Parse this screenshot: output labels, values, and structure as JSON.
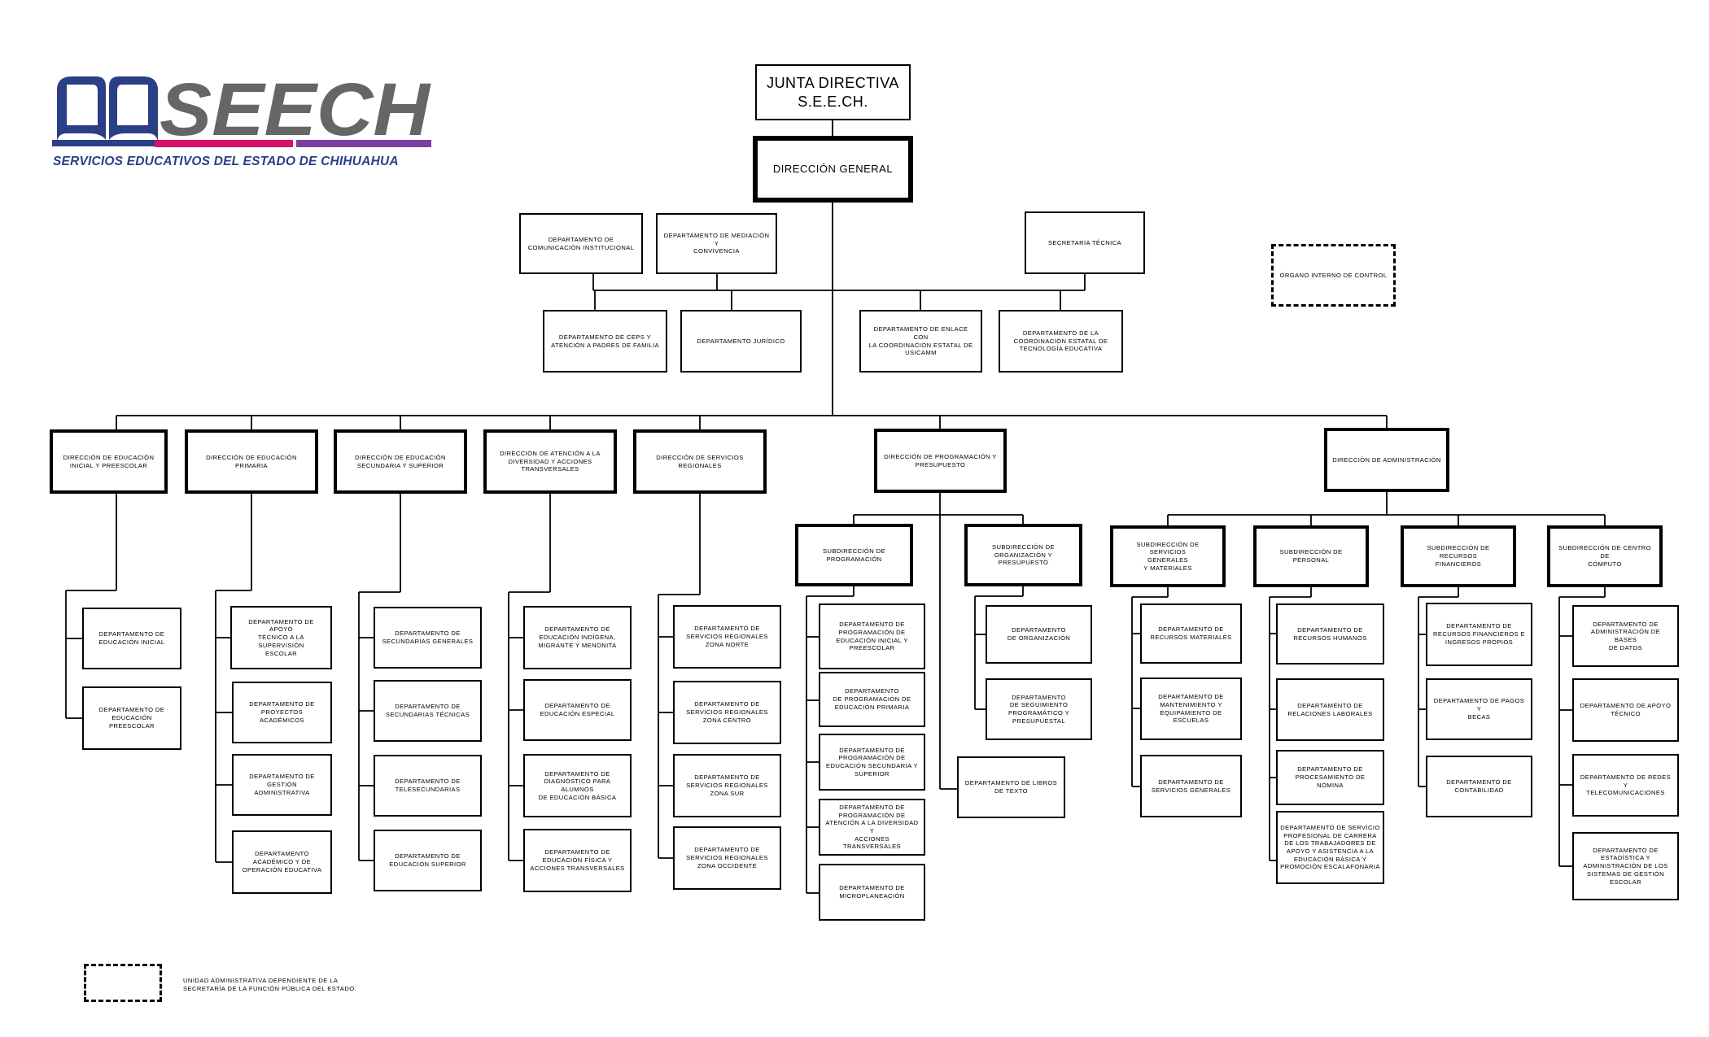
{
  "header": {
    "logo_word": "SEECH",
    "logo_subtitle": "SERVICIOS EDUCATIVOS DEL ESTADO DE CHIHUAHUA",
    "colors": {
      "logo_gray": "#666666",
      "logo_navy": "#2b3f86",
      "logo_magenta": "#d6106b",
      "logo_purple": "#7b3fa0"
    }
  },
  "org": {
    "junta": "JUNTA DIRECTIVA\nS.E.E.CH.",
    "direccion_general": "DIRECCIÓN GENERAL",
    "staff_upper": [
      "DEPARTAMENTO DE\nCOMUNICACIÓN INSTITUCIONAL",
      "DEPARTAMENTO DE MEDIACIÓN Y\nCONVIVENCIA",
      "SECRETARIA TÉCNICA"
    ],
    "organo_control": "ÓRGANO INTERNO DE CONTROL",
    "staff_lower": [
      "DEPARTAMENTO DE CEPS Y\nATENCIÓN A PADRES DE FAMILIA",
      "DEPARTAMENTO JURÍDICO",
      "DEPARTAMENTO DE ENLACE CON\nLA COORDINACIÓN ESTATAL DE\nUSICAMM",
      "DEPARTAMENTO DE LA\nCOORDINACIÓN ESTATAL DE\nTECNOLOGÍA EDUCATIVA"
    ],
    "direcciones": [
      "DIRECCIÓN DE EDUCACIÓN\nINICIAL Y PREESCOLAR",
      "DIRECCIÓN DE EDUCACIÓN\nPRIMARIA",
      "DIRECCIÓN DE EDUCACIÓN\nSECUNDARIA Y SUPERIOR",
      "DIRECCIÓN DE ATENCIÓN A LA\nDIVERSIDAD Y ACCIONES\nTRANSVERSALES",
      "DIRECCIÓN DE SERVICIOS\nREGIONALES",
      "DIRECCIÓN DE PROGRAMACIÓN Y\nPRESUPUESTO",
      "DIRECCIÓN DE ADMINISTRACIÓN"
    ],
    "dir_departments": [
      [
        "DEPARTAMENTO DE\nEDUCACIÓN INICIAL",
        "DEPARTAMENTO DE\nEDUCACIÓN PREESCOLAR"
      ],
      [
        "DEPARTAMENTO DE APOYO\nTÉCNICO A LA SUPERVISIÓN\nESCOLAR",
        "DEPARTAMENTO DE\nPROYECTOS ACADÉMICOS",
        "DEPARTAMENTO DE\nGESTIÓN ADMINISTRATIVA",
        "DEPARTAMENTO\nACADÉMICO Y DE\nOPERACIÓN EDUCATIVA"
      ],
      [
        "DEPARTAMENTO DE\nSECUNDARIAS GENERALES",
        "DEPARTAMENTO DE\nSECUNDARIAS TÉCNICAS",
        "DEPARTAMENTO DE\nTELESECUNDARIAS",
        "DEPARTAMENTO DE\nEDUCACIÓN SUPERIOR"
      ],
      [
        "DEPARTAMENTO DE\nEDUCACIÓN INDÍGENA,\nMIGRANTE Y MENONITA",
        "DEPARTAMENTO DE\nEDUCACIÓN ESPECIAL",
        "DEPARTAMENTO DE\nDIAGNÓSTICO PARA ALUMNOS\nDE EDUCACIÓN BÁSICA",
        "DEPARTAMENTO DE\nEDUCACIÓN FÍSICA Y\nACCIONES TRANSVERSALES"
      ],
      [
        "DEPARTAMENTO DE\nSERVICIOS REGIONALES\nZONA NORTE",
        "DEPARTAMENTO DE\nSERVICIOS REGIONALES\nZONA CENTRO",
        "DEPARTAMENTO DE\nSERVICIOS REGIONALES\nZONA SUR",
        "DEPARTAMENTO DE\nSERVICIOS REGIONALES\nZONA OCCIDENTE"
      ]
    ],
    "prog_subs": [
      {
        "name": "SUBDIRECCIÓN DE\nPROGRAMACIÓN",
        "depts": [
          "DEPARTAMENTO DE\nPROGRAMACIÓN DE\nEDUCACIÓN INICIAL Y\nPREESCOLAR",
          "DEPARTAMENTO\nDE PROGRAMACIÓN DE\nEDUCACIÓN PRIMARIA",
          "DEPARTAMENTO DE\nPROGRAMACIÓN DE\nEDUCACIÓN SECUNDARIA Y\nSUPERIOR",
          "DEPARTAMENTO DE\nPROGRAMACIÓN DE\nATENCIÓN A LA DIVERSIDAD Y\nACCIONES TRANSVERSALES",
          "DEPARTAMENTO DE\nMICROPLANEACIÓN"
        ]
      },
      {
        "name": "SUBDIRECCIÓN DE\nORGANIZACIÓN Y\nPRESUPUESTO",
        "depts": [
          "DEPARTAMENTO\nDE ORGANIZACIÓN",
          "DEPARTAMENTO\nDE SEGUIMIENTO\nPROGRAMÁTICO Y\nPRESUPUESTAL"
        ]
      }
    ],
    "libros": "DEPARTAMENTO DE LIBROS\nDE TEXTO",
    "admin_subs": [
      {
        "name": "SUBDIRECCIÓN DE SERVICIOS\nGENERALES\nY MATERIALES",
        "depts": [
          "DEPARTAMENTO DE\nRECURSOS MATERIALES",
          "DEPARTAMENTO DE\nMANTENIMIENTO Y\nEQUIPAMIENTO DE\nESCUELAS",
          "DEPARTAMENTO DE\nSERVICIOS GENERALES"
        ]
      },
      {
        "name": "SUBDIRECCIÓN DE PERSONAL",
        "depts": [
          "DEPARTAMENTO DE\nRECURSOS HUMANOS",
          "DEPARTAMENTO DE\nRELACIONES LABORALES",
          "DEPARTAMENTO DE\nPROCESAMIENTO DE NÓMINA",
          "DEPARTAMENTO DE SERVICIO\nPROFESIONAL DE CARRERA\nDE LOS TRABAJADORES DE\nAPOYO Y ASISTENCIA A LA\nEDUCACIÓN BÁSICA Y\nPROMOCIÓN ESCALAFONARIA"
        ]
      },
      {
        "name": "SUBDIRECCIÓN DE RECURSOS\nFINANCIEROS",
        "depts": [
          "DEPARTAMENTO DE\nRECURSOS FINANCIEROS E\nINGRESOS PROPIOS",
          "DEPARTAMENTO DE PAGOS Y\nBECAS",
          "DEPARTAMENTO DE\nCONTABILIDAD"
        ]
      },
      {
        "name": "SUBDIRECCIÓN DE CENTRO DE\nCÓMPUTO",
        "depts": [
          "DEPARTAMENTO DE\nADMINISTRACIÓN DE BASES\nDE DATOS",
          "DEPARTAMENTO DE APOYO\nTÉCNICO",
          "DEPARTAMENTO DE REDES Y\nTELECOMUNICACIONES",
          "DEPARTAMENTO DE\nESTADÍSTICA Y\nADMINISTRACIÓN DE LOS\nSISTEMAS DE GESTIÓN\nESCOLAR"
        ]
      }
    ]
  },
  "legend": {
    "text": "UNIDAD ADMINISTRATIVA DEPENDIENTE DE LA\nSECRETARÍA DE LA FUNCIÓN PÚBLICA DEL ESTADO."
  }
}
